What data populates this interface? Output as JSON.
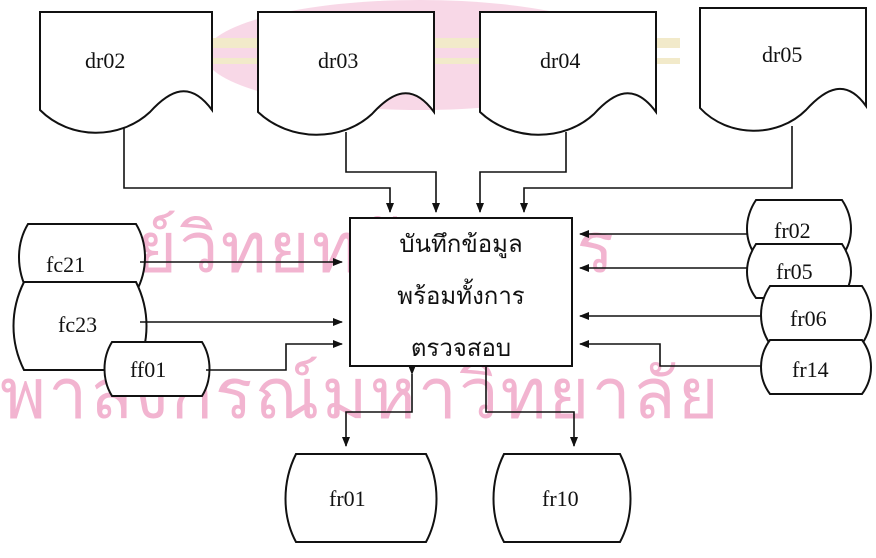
{
  "documents": {
    "dr02": "dr02",
    "dr03": "dr03",
    "dr04": "dr04",
    "dr05": "dr05"
  },
  "process": {
    "line1": "บันทึกข้อมูล",
    "line2": "พร้อมทั้งการ",
    "line3": "ตรวจสอบ"
  },
  "stores_left": {
    "fc21": "fc21",
    "fc23": "fc23",
    "ff01": "ff01"
  },
  "stores_right": {
    "fr02": "fr02",
    "fr05": "fr05",
    "fr06": "fr06",
    "fr14": "fr14"
  },
  "stores_bottom": {
    "fr01": "fr01",
    "fr10": "fr10"
  },
  "watermark": {
    "line1": "ศูนย์วิทยทรัพยากร",
    "line2": "พาลงกรณ์มหาวิทยาลัย"
  },
  "colors": {
    "watermark": "#f0a8c8",
    "line": "#111111"
  }
}
